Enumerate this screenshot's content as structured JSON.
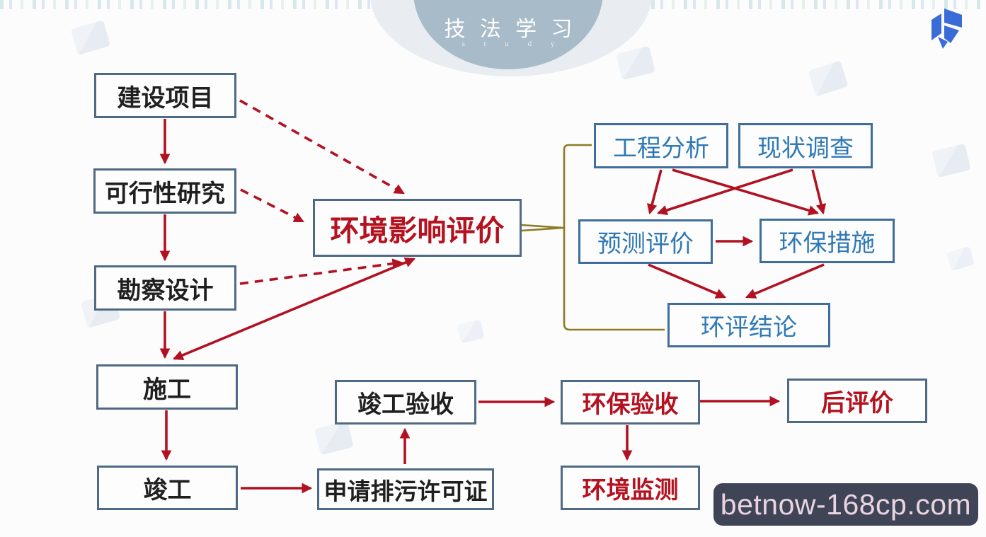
{
  "header": {
    "title": "技 法 学 习",
    "subtitle": "s t u d y"
  },
  "watermark": {
    "text": "betnow-168cp.com"
  },
  "logo": {
    "name": "open-book-logo"
  },
  "colors": {
    "arrow_red": "#b01222",
    "text_red": "#b5121f",
    "text_blue": "#2f79b4",
    "text_black": "#1f1f1f",
    "box_border": "#4e6a84",
    "box_border_blue": "#3f6d9c",
    "connector_olive": "#8c7c25",
    "header_fill": "#a8bbc9",
    "watermark_bg": "#3f4557",
    "watermark_text": "#e9d4df"
  },
  "nodes": [
    {
      "id": "construction-project",
      "label": "建设项目",
      "text_color": "black"
    },
    {
      "id": "feasibility-study",
      "label": "可行性研究",
      "text_color": "black"
    },
    {
      "id": "survey-design",
      "label": "勘察设计",
      "text_color": "black"
    },
    {
      "id": "construction",
      "label": "施工",
      "text_color": "black"
    },
    {
      "id": "completion",
      "label": "竣工",
      "text_color": "black"
    },
    {
      "id": "eia",
      "label": "环境影响评价",
      "text_color": "red"
    },
    {
      "id": "engineering-analysis",
      "label": "工程分析",
      "text_color": "blue"
    },
    {
      "id": "status-survey",
      "label": "现状调查",
      "text_color": "blue"
    },
    {
      "id": "prediction-evaluation",
      "label": "预测评价",
      "text_color": "blue"
    },
    {
      "id": "protection-measures",
      "label": "环保措施",
      "text_color": "blue"
    },
    {
      "id": "eia-conclusion",
      "label": "环评结论",
      "text_color": "blue"
    },
    {
      "id": "completion-acceptance",
      "label": "竣工验收",
      "text_color": "black"
    },
    {
      "id": "environmental-acceptance",
      "label": "环保验收",
      "text_color": "red"
    },
    {
      "id": "post-evaluation",
      "label": "后评价",
      "text_color": "red"
    },
    {
      "id": "pollution-permit-application",
      "label": "申请排污许可证",
      "text_color": "black"
    },
    {
      "id": "environmental-monitoring",
      "label": "环境监测",
      "text_color": "red"
    }
  ],
  "edges": [
    {
      "from": "建设项目",
      "to": "可行性研究",
      "style": "solid-arrow"
    },
    {
      "from": "可行性研究",
      "to": "勘察设计",
      "style": "solid-arrow"
    },
    {
      "from": "勘察设计",
      "to": "施工",
      "style": "solid-arrow"
    },
    {
      "from": "施工",
      "to": "竣工",
      "style": "solid-arrow"
    },
    {
      "from": "建设项目",
      "to": "环境影响评价",
      "style": "dashed-arrow"
    },
    {
      "from": "可行性研究",
      "to": "环境影响评价",
      "style": "dashed-arrow"
    },
    {
      "from": "勘察设计",
      "to": "环境影响评价",
      "style": "dashed-arrow"
    },
    {
      "from": "环境影响评价",
      "to": "施工",
      "style": "double-headed-arrow"
    },
    {
      "from": "环境影响评价",
      "to": "工程分析",
      "style": "olive-bracket"
    },
    {
      "from": "环境影响评价",
      "to": "环评结论",
      "style": "olive-bracket"
    },
    {
      "from": "工程分析",
      "to": "预测评价",
      "style": "solid-arrow"
    },
    {
      "from": "工程分析",
      "to": "环保措施",
      "style": "solid-arrow"
    },
    {
      "from": "现状调查",
      "to": "预测评价",
      "style": "solid-arrow"
    },
    {
      "from": "现状调查",
      "to": "环保措施",
      "style": "solid-arrow"
    },
    {
      "from": "预测评价",
      "to": "环保措施",
      "style": "solid-arrow"
    },
    {
      "from": "预测评价",
      "to": "环评结论",
      "style": "solid-arrow"
    },
    {
      "from": "环保措施",
      "to": "环评结论",
      "style": "solid-arrow"
    },
    {
      "from": "竣工",
      "to": "申请排污许可证",
      "style": "solid-arrow"
    },
    {
      "from": "申请排污许可证",
      "to": "竣工验收",
      "style": "solid-arrow"
    },
    {
      "from": "竣工验收",
      "to": "环保验收",
      "style": "solid-arrow"
    },
    {
      "from": "环保验收",
      "to": "后评价",
      "style": "solid-arrow"
    },
    {
      "from": "环保验收",
      "to": "环境监测",
      "style": "solid-arrow"
    }
  ]
}
